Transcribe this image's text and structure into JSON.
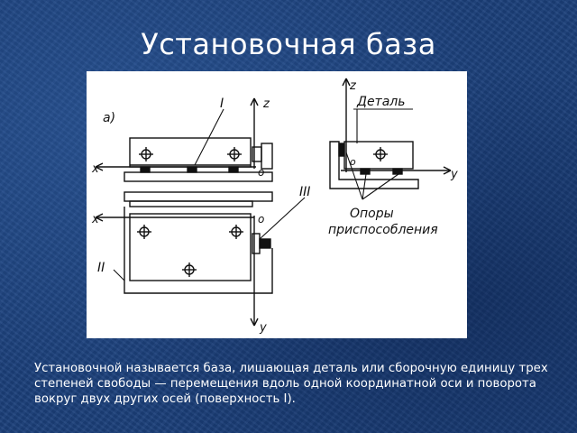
{
  "slide": {
    "title": "Установочная база",
    "caption": "Установочной называется база, лишающая деталь или сборочную единицу трех степеней свободы — перемещения вдоль одной координатной оси и поворота вокруг двух других осей (поверхность I)."
  },
  "figure": {
    "label_a": "а)",
    "label_I": "I",
    "label_II": "II",
    "label_III": "III",
    "axis_x": "x",
    "axis_y": "y",
    "axis_z": "z",
    "origin": "o",
    "label_detail": "Деталь",
    "label_supports_1": "Опоры",
    "label_supports_2": "приспособления"
  }
}
